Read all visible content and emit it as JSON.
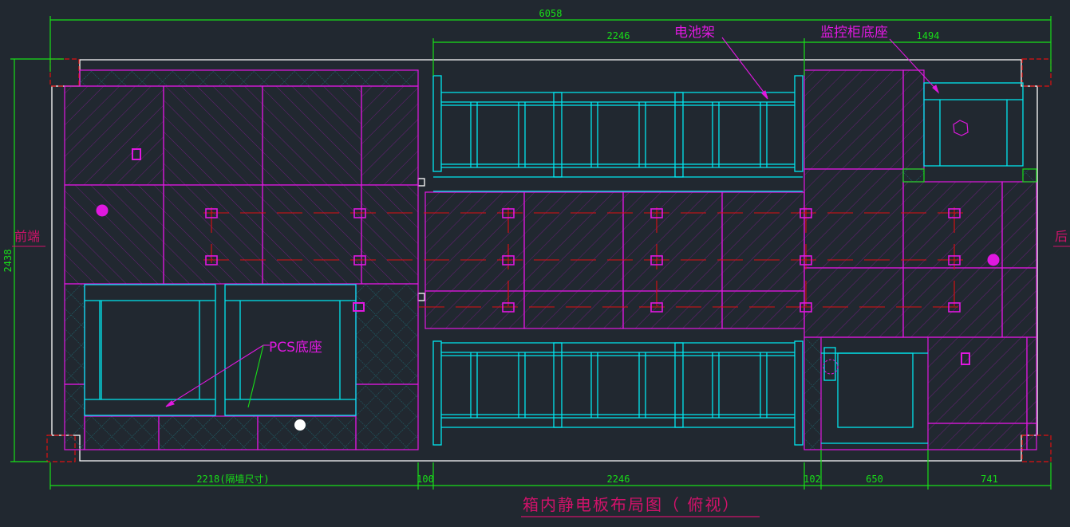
{
  "drawing": {
    "title": "箱内静电板布局图（ 俯视）",
    "front_label": "前端",
    "rear_label": "后",
    "annotations": {
      "battery_rack": "电池架",
      "monitor_cabinet_base": "监控柜底座",
      "pcs_base": "PCS底座"
    },
    "dimensions": {
      "overall_length": "6058",
      "overall_width": "2438",
      "top_battery_span": "2246",
      "top_right_span": "1494",
      "bottom_left_span": "2218(隔墙尺寸)",
      "bottom_gap_1": "100",
      "bottom_battery_span": "2246",
      "bottom_gap_2": "102",
      "bottom_mid_span": "650",
      "bottom_right_span": "741"
    }
  },
  "colors": {
    "background": "#212830",
    "dimension": "#18e018",
    "panel_outline": "#e018e0",
    "rack": "#00e8f0",
    "container": "#ffffff",
    "centerline": "#e01010",
    "title": "#d0126a"
  }
}
